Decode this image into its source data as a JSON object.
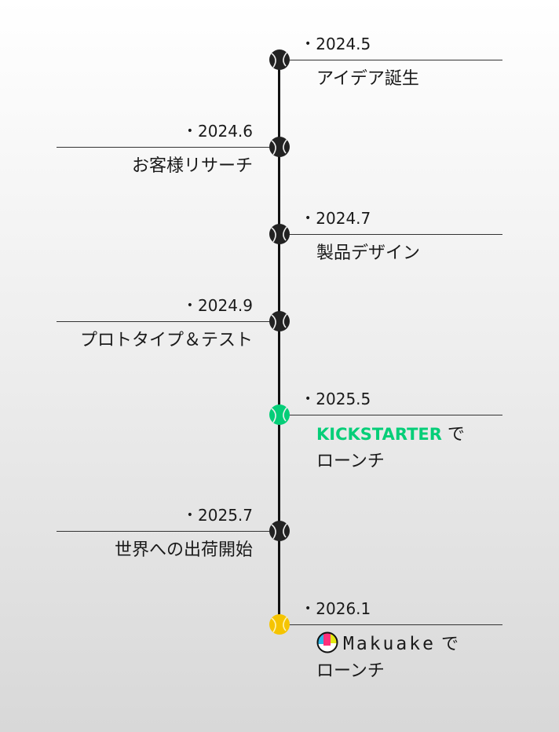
{
  "milestones": [
    {
      "date": "2024.5",
      "label": "アイデア誕生",
      "side": "right",
      "ball_color": "#222222"
    },
    {
      "date": "2024.6",
      "label": "お客様リサーチ",
      "side": "left",
      "ball_color": "#222222"
    },
    {
      "date": "2024.7",
      "label": "製品デザイン",
      "side": "right",
      "ball_color": "#222222"
    },
    {
      "date": "2024.9",
      "label": "プロトタイプ＆テスト",
      "side": "left",
      "ball_color": "#222222"
    },
    {
      "date": "2025.5",
      "brand": "KICKSTARTER",
      "suffix": "で",
      "line2": "ローンチ",
      "side": "right",
      "ball_color": "#05ce78"
    },
    {
      "date": "2025.7",
      "label": "世界への出荷開始",
      "side": "left",
      "ball_color": "#222222"
    },
    {
      "date": "2026.1",
      "brand": "Makuake",
      "suffix": "で",
      "line2": "ローンチ",
      "side": "right",
      "ball_color": "#f5c400"
    }
  ],
  "bullet": "•"
}
